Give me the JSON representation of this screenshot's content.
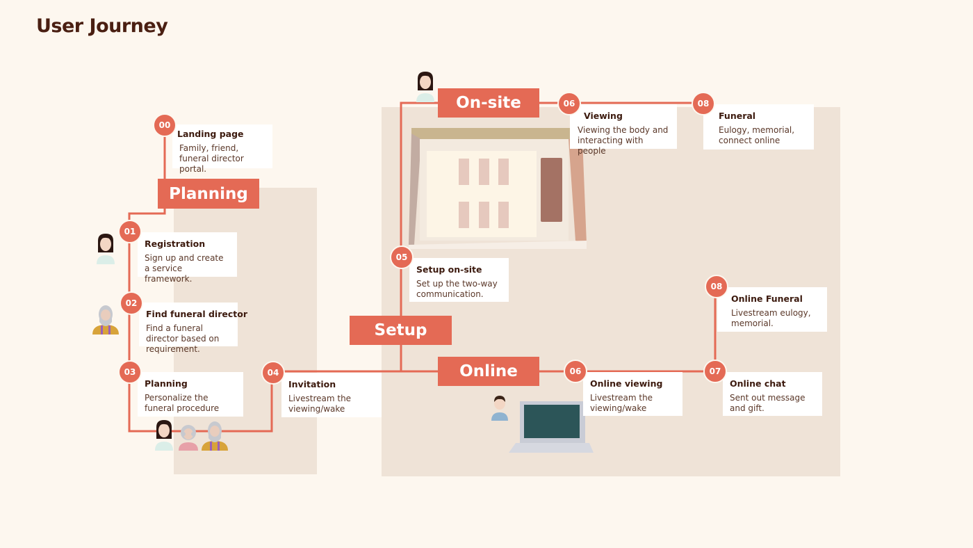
{
  "page": {
    "title": "User Journey"
  },
  "phases": {
    "planning": "Planning",
    "setup": "Setup",
    "onsite": "On-site",
    "online": "Online"
  },
  "steps": {
    "s00": {
      "num": "00",
      "title": "Landing page",
      "desc": "Family, friend, funeral director portal."
    },
    "s01": {
      "num": "01",
      "title": "Registration",
      "desc": "Sign up and create a service framework."
    },
    "s02": {
      "num": "02",
      "title": "Find funeral director",
      "desc": "Find a funeral director based on requirement."
    },
    "s03": {
      "num": "03",
      "title": "Planning",
      "desc": "Personalize the funeral procedure"
    },
    "s04": {
      "num": "04",
      "title": "Invitation",
      "desc": "Livestream the viewing/wake"
    },
    "s05": {
      "num": "05",
      "title": "Setup on-site",
      "desc": "Set up the two-way communication."
    },
    "s06_onsite": {
      "num": "06",
      "title": "Viewing",
      "desc": "Viewing the body and interacting with people"
    },
    "s08_onsite": {
      "num": "08",
      "title": "Funeral",
      "desc": "Eulogy, memorial, connect online"
    },
    "s06_online": {
      "num": "06",
      "title": "Online viewing",
      "desc": "Livestream the viewing/wake"
    },
    "s07_online": {
      "num": "07",
      "title": "Online chat",
      "desc": "Sent out message and gift."
    },
    "s08_online": {
      "num": "08",
      "title": "Online Funeral",
      "desc": "Livestream eulogy, memorial."
    }
  },
  "colors": {
    "accent": "#e46a55",
    "background": "#fdf7ef",
    "panel": "#efe3d7",
    "title": "#4a1f12"
  },
  "icons": [
    "person-woman-icon",
    "person-elder-man-icon",
    "person-elder-woman-icon",
    "person-boy-icon",
    "laptop-icon",
    "venue-building-icon"
  ]
}
